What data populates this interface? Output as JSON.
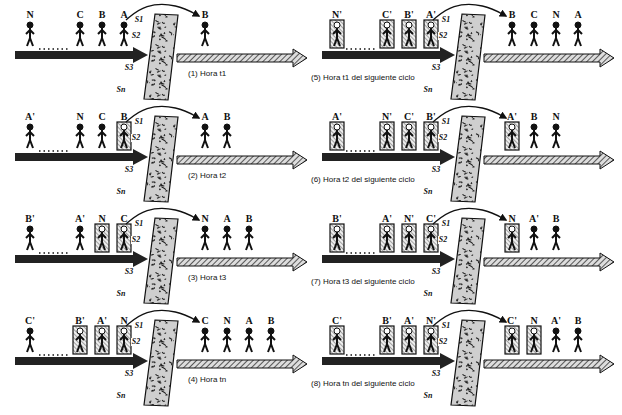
{
  "diagram": {
    "labels": [
      "N",
      "C",
      "B",
      "A",
      "S1",
      "S2",
      "S3",
      "Sn",
      "B",
      "(1) Hora t1",
      "A'",
      "N",
      "C",
      "B",
      "S1",
      "S2",
      "S3",
      "Sn",
      "A",
      "B",
      "(2) Hora t2",
      "B'",
      "A'",
      "N",
      "C",
      "S1",
      "S2",
      "S3",
      "Sn",
      "N",
      "A",
      "B",
      "(3) Hora t3",
      "C'",
      "B'",
      "A'",
      "N",
      "S1",
      "S2",
      "S3",
      "Sn",
      "C",
      "N",
      "A",
      "B",
      "(4) Hora tn",
      "N'",
      "C'",
      "B'",
      "A'",
      "S1",
      "S2",
      "S3",
      "Sn",
      "B",
      "C",
      "N",
      "A",
      "(5) Hora t1 del siguiente ciclo",
      "A'",
      "N'",
      "C'",
      "B'",
      "S1",
      "S2",
      "S3",
      "Sn",
      "A'",
      "B",
      "N",
      "(6) Hora t2 del siguiente ciclo",
      "B'",
      "A'",
      "N'",
      "C'",
      "S1",
      "S2",
      "S3",
      "Sn",
      "N",
      "A'",
      "B",
      "(7) Hora t3 del siguiente ciclo",
      "C'",
      "B'",
      "A'",
      "N'",
      "S1",
      "S2",
      "S3",
      "Sn",
      "C'",
      "N",
      "A'",
      "B",
      "(8) Hora tn del siguiente ciclo"
    ]
  }
}
